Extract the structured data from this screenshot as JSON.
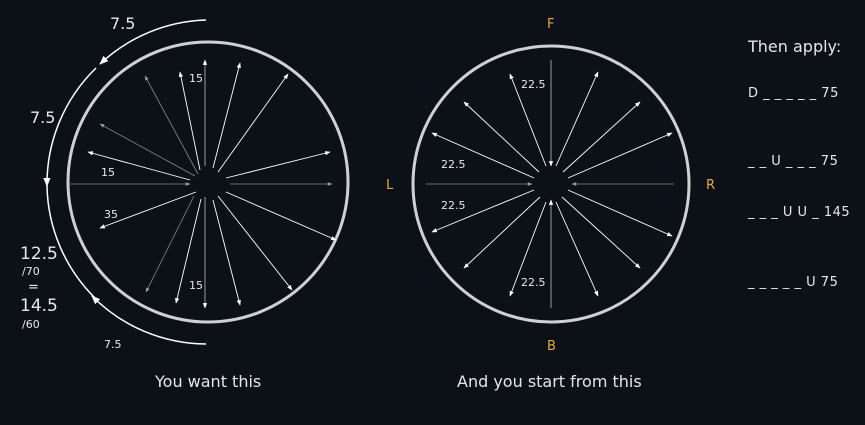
{
  "left_wheel": {
    "caption": "You want this",
    "arc_labels": {
      "top": "7.5",
      "upper": "7.5",
      "bottom": "7.5"
    },
    "inner_labels": {
      "top": "15",
      "left": "15",
      "lower_left": "35",
      "bottom": "15"
    },
    "ratio": {
      "value_a": "12.5",
      "unit_a": "/70",
      "equals": "=",
      "value_b": "14.5",
      "unit_b": "/60"
    }
  },
  "right_wheel": {
    "caption": "And you start from this",
    "directions": {
      "front": "F",
      "back": "B",
      "left": "L",
      "right": "R"
    },
    "inner_labels": {
      "top": "22.5",
      "left_upper": "22.5",
      "left_lower": "22.5",
      "bottom": "22.5"
    }
  },
  "instructions": {
    "heading": "Then apply:",
    "steps": [
      "D _ _ _ _ _ 75",
      "_ _ U _ _ _ 75",
      "_ _ _ U U _ 145",
      "_ _ _ _ _ U 75"
    ]
  },
  "colors": {
    "background": "#0c1118",
    "rim": "#d0d0d0",
    "spoke": "#ffffff",
    "accent": "#e8a838"
  }
}
